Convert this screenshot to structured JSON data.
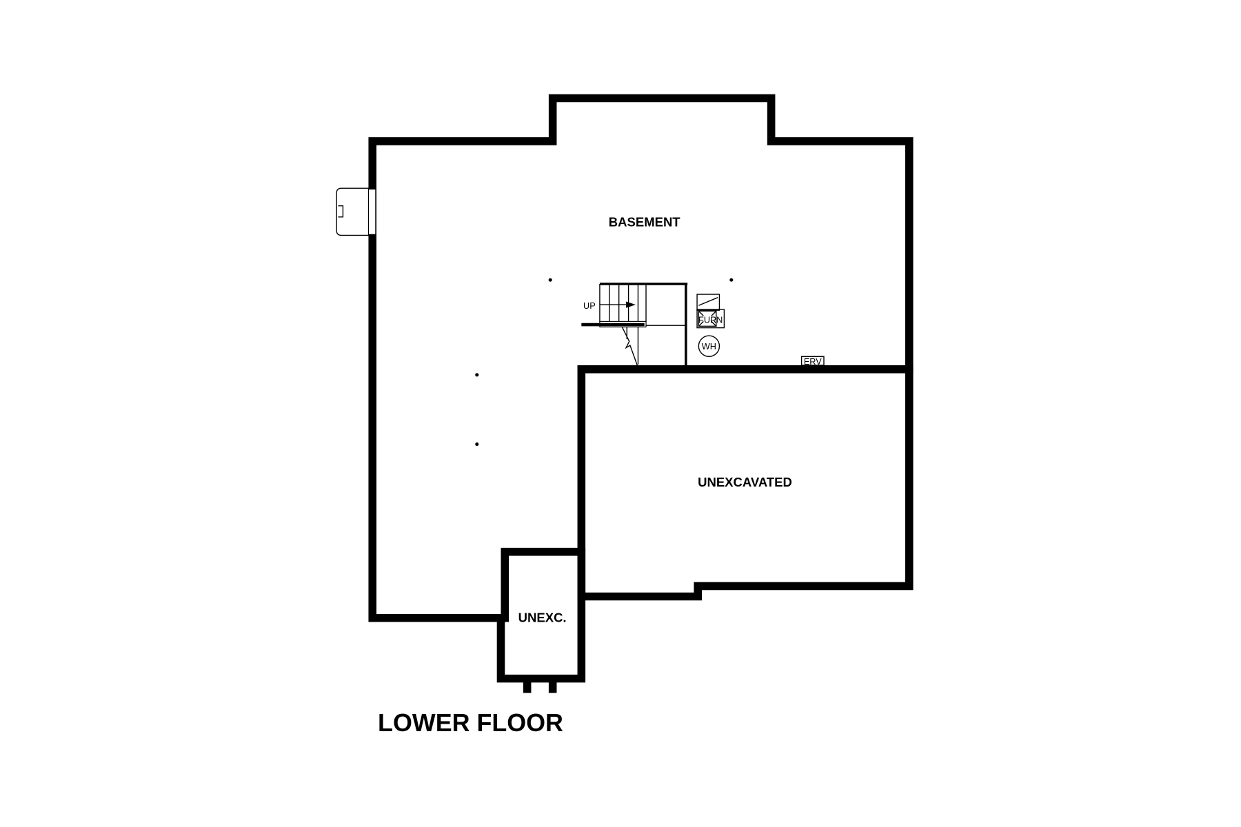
{
  "plan": {
    "title": "LOWER FLOOR",
    "rooms": {
      "basement": "BASEMENT",
      "unexcavated": "UNEXCAVATED",
      "unexc_small": "UNEXC."
    },
    "fixtures": {
      "stairs": "UP",
      "furnace": "FURN",
      "water_heater": "WH",
      "erv": "ERV"
    },
    "colors": {
      "wall": "#000000",
      "background": "#ffffff"
    }
  }
}
